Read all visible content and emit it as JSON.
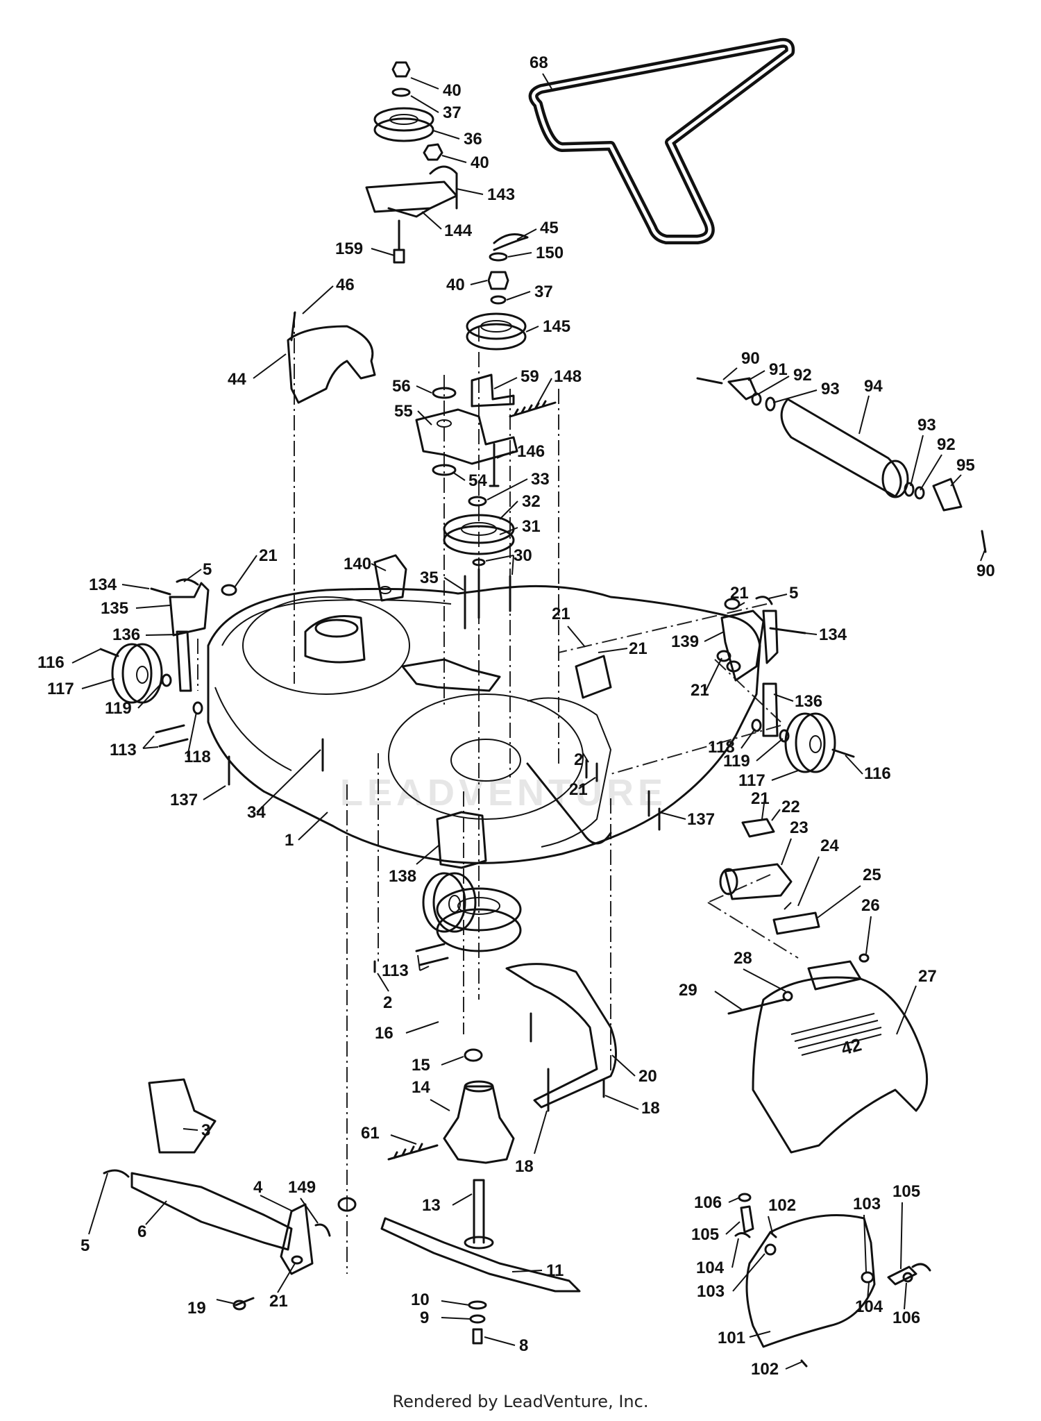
{
  "diagram": {
    "watermark": "LEADVENTURE",
    "footer": "Rendered by LeadVenture, Inc."
  },
  "callouts": [
    {
      "id": "c-40a",
      "label": "40"
    },
    {
      "id": "c-37a",
      "label": "37"
    },
    {
      "id": "c-36",
      "label": "36"
    },
    {
      "id": "c-40b",
      "label": "40"
    },
    {
      "id": "c-143",
      "label": "143"
    },
    {
      "id": "c-144",
      "label": "144"
    },
    {
      "id": "c-159",
      "label": "159"
    },
    {
      "id": "c-68",
      "label": "68"
    },
    {
      "id": "c-45",
      "label": "45"
    },
    {
      "id": "c-150",
      "label": "150"
    },
    {
      "id": "c-40c",
      "label": "40"
    },
    {
      "id": "c-37b",
      "label": "37"
    },
    {
      "id": "c-145",
      "label": "145"
    },
    {
      "id": "c-46",
      "label": "46"
    },
    {
      "id": "c-44",
      "label": "44"
    },
    {
      "id": "c-56",
      "label": "56"
    },
    {
      "id": "c-59",
      "label": "59"
    },
    {
      "id": "c-148",
      "label": "148"
    },
    {
      "id": "c-55",
      "label": "55"
    },
    {
      "id": "c-146",
      "label": "146"
    },
    {
      "id": "c-54",
      "label": "54"
    },
    {
      "id": "c-33",
      "label": "33"
    },
    {
      "id": "c-32",
      "label": "32"
    },
    {
      "id": "c-31",
      "label": "31"
    },
    {
      "id": "c-30",
      "label": "30"
    },
    {
      "id": "c-35",
      "label": "35"
    },
    {
      "id": "c-140",
      "label": "140"
    },
    {
      "id": "c-90a",
      "label": "90"
    },
    {
      "id": "c-91",
      "label": "91"
    },
    {
      "id": "c-92a",
      "label": "92"
    },
    {
      "id": "c-93a",
      "label": "93"
    },
    {
      "id": "c-94",
      "label": "94"
    },
    {
      "id": "c-93b",
      "label": "93"
    },
    {
      "id": "c-92b",
      "label": "92"
    },
    {
      "id": "c-95",
      "label": "95"
    },
    {
      "id": "c-90b",
      "label": "90"
    },
    {
      "id": "c-134a",
      "label": "134"
    },
    {
      "id": "c-5a",
      "label": "5"
    },
    {
      "id": "c-21a",
      "label": "21"
    },
    {
      "id": "c-135",
      "label": "135"
    },
    {
      "id": "c-136a",
      "label": "136"
    },
    {
      "id": "c-116a",
      "label": "116"
    },
    {
      "id": "c-117a",
      "label": "117"
    },
    {
      "id": "c-119a",
      "label": "119"
    },
    {
      "id": "c-113a",
      "label": "113"
    },
    {
      "id": "c-118a",
      "label": "118"
    },
    {
      "id": "c-137a",
      "label": "137"
    },
    {
      "id": "c-34",
      "label": "34"
    },
    {
      "id": "c-1",
      "label": "1"
    },
    {
      "id": "c-21b",
      "label": "21"
    },
    {
      "id": "c-21c",
      "label": "21"
    },
    {
      "id": "c-21d",
      "label": "21"
    },
    {
      "id": "c-5b",
      "label": "5"
    },
    {
      "id": "c-139",
      "label": "139"
    },
    {
      "id": "c-134b",
      "label": "134"
    },
    {
      "id": "c-21e",
      "label": "21"
    },
    {
      "id": "c-136b",
      "label": "136"
    },
    {
      "id": "c-118b",
      "label": "118"
    },
    {
      "id": "c-119b",
      "label": "119"
    },
    {
      "id": "c-117b",
      "label": "117"
    },
    {
      "id": "c-116b",
      "label": "116"
    },
    {
      "id": "c-2a",
      "label": "2"
    },
    {
      "id": "c-21f",
      "label": "21"
    },
    {
      "id": "c-137b",
      "label": "137"
    },
    {
      "id": "c-138",
      "label": "138"
    },
    {
      "id": "c-113b",
      "label": "113"
    },
    {
      "id": "c-2b",
      "label": "2"
    },
    {
      "id": "c-21g",
      "label": "21"
    },
    {
      "id": "c-22",
      "label": "22"
    },
    {
      "id": "c-23",
      "label": "23"
    },
    {
      "id": "c-24",
      "label": "24"
    },
    {
      "id": "c-25",
      "label": "25"
    },
    {
      "id": "c-26",
      "label": "26"
    },
    {
      "id": "c-28",
      "label": "28"
    },
    {
      "id": "c-27",
      "label": "27"
    },
    {
      "id": "c-29",
      "label": "29"
    },
    {
      "id": "c-16",
      "label": "16"
    },
    {
      "id": "c-15",
      "label": "15"
    },
    {
      "id": "c-14",
      "label": "14"
    },
    {
      "id": "c-20",
      "label": "20"
    },
    {
      "id": "c-18a",
      "label": "18"
    },
    {
      "id": "c-18b",
      "label": "18"
    },
    {
      "id": "c-61",
      "label": "61"
    },
    {
      "id": "c-3",
      "label": "3"
    },
    {
      "id": "c-4",
      "label": "4"
    },
    {
      "id": "c-149",
      "label": "149"
    },
    {
      "id": "c-5c",
      "label": "5"
    },
    {
      "id": "c-6",
      "label": "6"
    },
    {
      "id": "c-19",
      "label": "19"
    },
    {
      "id": "c-21h",
      "label": "21"
    },
    {
      "id": "c-13",
      "label": "13"
    },
    {
      "id": "c-11",
      "label": "11"
    },
    {
      "id": "c-10",
      "label": "10"
    },
    {
      "id": "c-9",
      "label": "9"
    },
    {
      "id": "c-8",
      "label": "8"
    },
    {
      "id": "c-106a",
      "label": "106"
    },
    {
      "id": "c-102a",
      "label": "102"
    },
    {
      "id": "c-105a",
      "label": "105"
    },
    {
      "id": "c-104a",
      "label": "104"
    },
    {
      "id": "c-103a",
      "label": "103"
    },
    {
      "id": "c-103b",
      "label": "103"
    },
    {
      "id": "c-105b",
      "label": "105"
    },
    {
      "id": "c-104b",
      "label": "104"
    },
    {
      "id": "c-106b",
      "label": "106"
    },
    {
      "id": "c-101",
      "label": "101"
    },
    {
      "id": "c-102b",
      "label": "102"
    }
  ]
}
